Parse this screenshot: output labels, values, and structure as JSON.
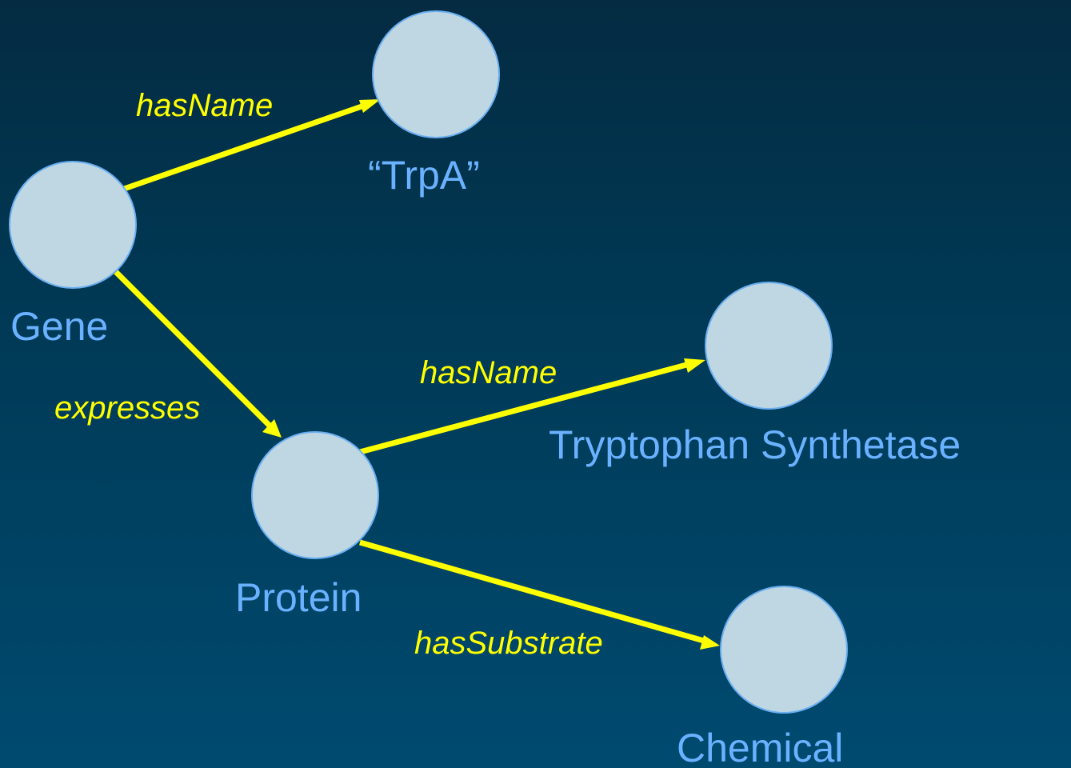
{
  "nodes": {
    "gene": {
      "label": "Gene"
    },
    "trpa": {
      "label": "“TrpA”"
    },
    "protein": {
      "label": "Protein"
    },
    "tryptophan": {
      "label": "Tryptophan Synthetase"
    },
    "chemical": {
      "label": "Chemical"
    }
  },
  "edges": {
    "gene_hasname": {
      "label": "hasName"
    },
    "gene_expresses": {
      "label": "expresses"
    },
    "protein_hasname": {
      "label": "hasName"
    },
    "protein_hassubstrate": {
      "label": "hasSubstrate"
    }
  },
  "colors": {
    "node_fill": "#bfd7e3",
    "node_stroke": "#6aaef0",
    "node_label": "#6ab1ff",
    "edge": "#ffff00",
    "edge_label": "#ffff00",
    "background_top": "#042b42",
    "background_bottom": "#004a70"
  }
}
